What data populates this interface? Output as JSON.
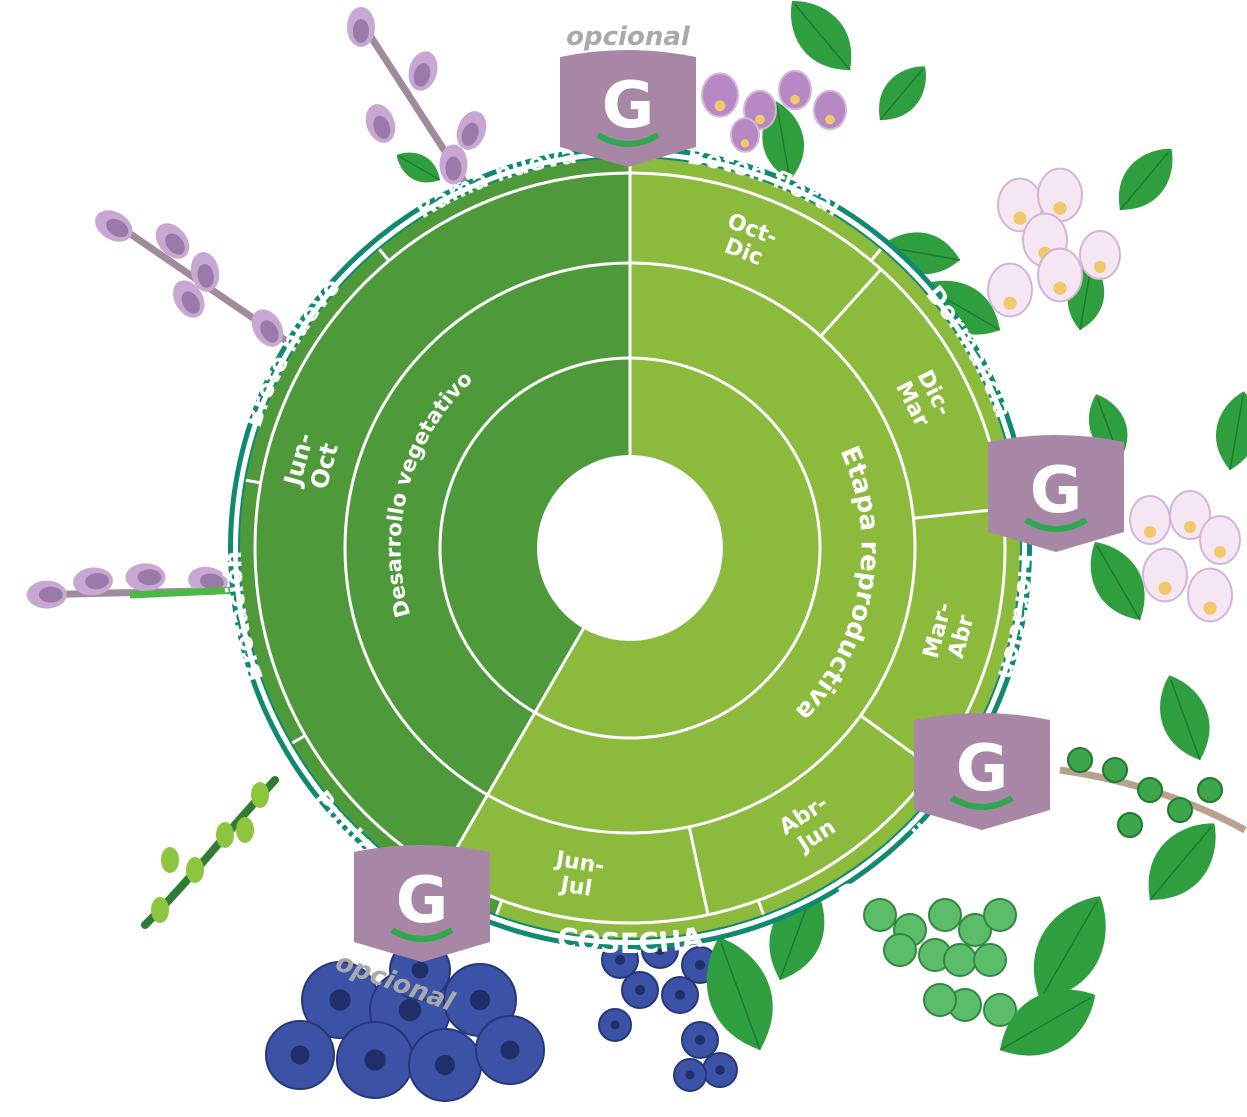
{
  "diagram": {
    "colors": {
      "dark_green": "#4e9a3a",
      "light_green": "#8cba3c",
      "ring": "#0f8a70",
      "lines": "#ffffff",
      "badge": "#a887a6",
      "leaf": "#2f9e3f",
      "blueberry": "#3b52a6",
      "flower": "#c8a7d2"
    },
    "center_labels": {
      "vegetative": "Desarrollo vegetativo",
      "reproductive": "Etapa reproductiva"
    },
    "vegetative_period": [
      "Jun-",
      "Oct"
    ],
    "reproductive_periods": [
      {
        "lines": [
          "Oct-",
          "Dic"
        ]
      },
      {
        "lines": [
          "Dic-",
          "Mar"
        ]
      },
      {
        "lines": [
          "Mar-",
          "Abr"
        ]
      },
      {
        "lines": [
          "Abr-",
          "Jun"
        ]
      },
      {
        "lines": [
          "Jun-",
          "Jul"
        ]
      }
    ],
    "stages": [
      {
        "name": "Rama nueva",
        "phase": "vegetative"
      },
      {
        "name": "Botón floral",
        "phase": "reproductive"
      },
      {
        "name": "Dormancia",
        "phase": "reproductive"
      },
      {
        "name": "Floración",
        "phase": "reproductive"
      },
      {
        "name": "Desarrollo del fruto",
        "phase": "reproductive"
      },
      {
        "name": "COSECHA",
        "phase": "reproductive"
      },
      {
        "name": "Punta verde",
        "phase": "vegetative"
      },
      {
        "name": "Brotación",
        "phase": "vegetative"
      },
      {
        "name": "Brote nuevo",
        "phase": "vegetative"
      }
    ],
    "badges": [
      {
        "letter": "G",
        "note": "opcional",
        "icon": "g-logo-icon"
      },
      {
        "letter": "G",
        "note": "",
        "icon": "g-logo-icon"
      },
      {
        "letter": "G",
        "note": "",
        "icon": "g-logo-icon"
      },
      {
        "letter": "G",
        "note": "opcional",
        "icon": "g-logo-icon"
      }
    ],
    "illustrations": [
      "flower-bud-icon",
      "flower-bud-icon",
      "flower-bud-icon",
      "green-tip-icon",
      "blueberry-cluster-icon",
      "blueberry-cluster-icon",
      "green-fruit-icon",
      "green-fruit-icon",
      "blossom-icon",
      "blossom-icon",
      "blossom-icon"
    ]
  }
}
